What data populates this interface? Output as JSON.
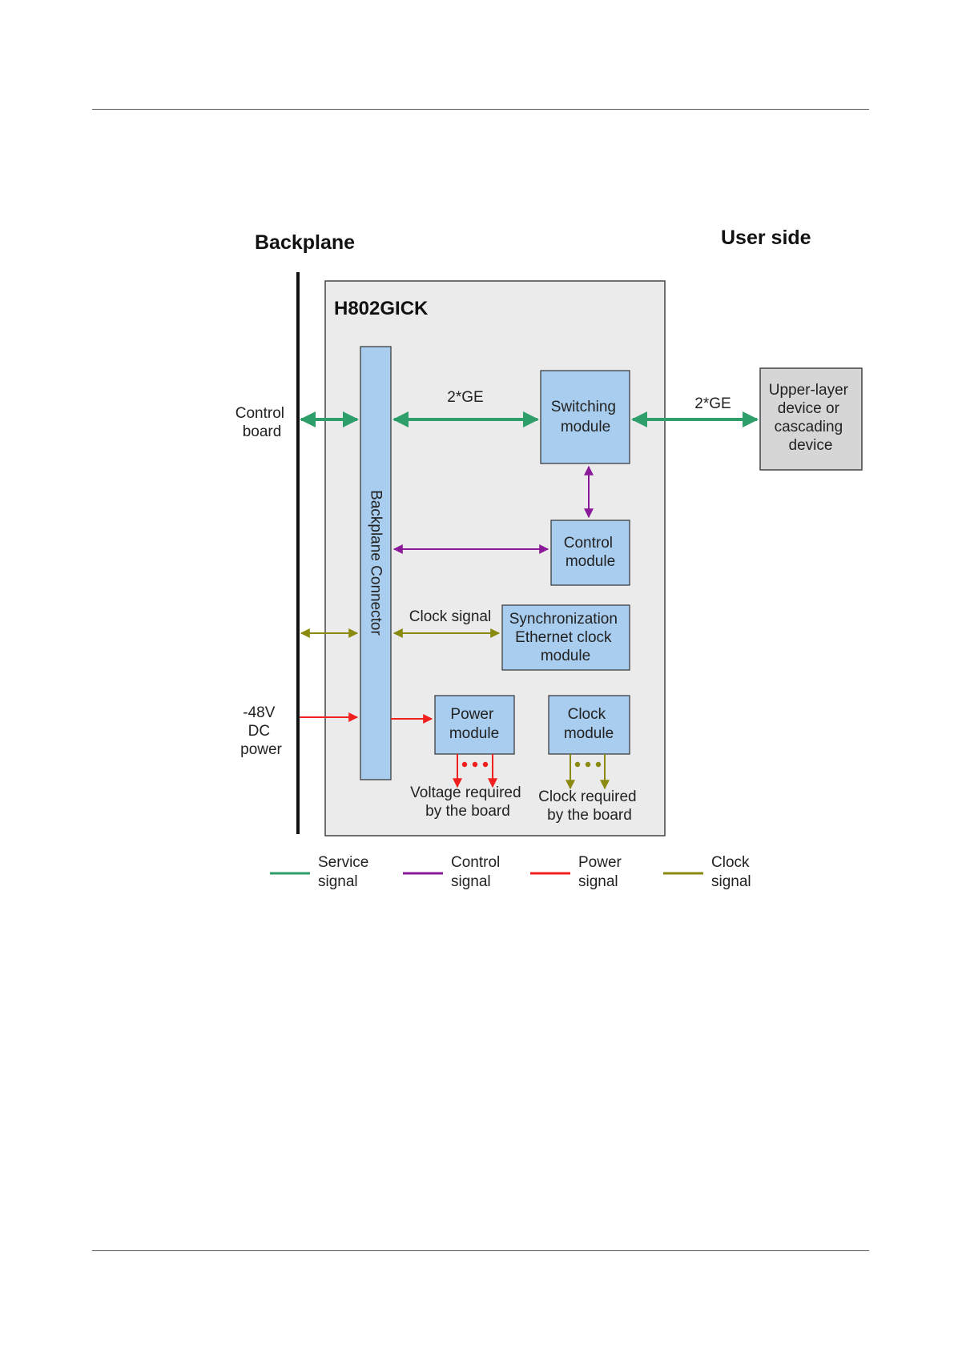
{
  "diagram": {
    "headings": {
      "backplane": "Backplane",
      "user_side": "User side"
    },
    "board": {
      "name": "H802GICK"
    },
    "connector": {
      "label": "Backplane Connector"
    },
    "blocks": {
      "switching": [
        "Switching",
        "module"
      ],
      "control": [
        "Control",
        "module"
      ],
      "sync": [
        "Synchronization",
        "Ethernet clock",
        "module"
      ],
      "power": [
        "Power",
        "module"
      ],
      "clock": [
        "Clock",
        "module"
      ],
      "upper_device": [
        "Upper-layer",
        "device or",
        "cascading",
        "device"
      ]
    },
    "left_labels": {
      "control_board": [
        "Control",
        "board"
      ],
      "dc_power": [
        "-48V",
        "DC",
        "power"
      ]
    },
    "link_labels": {
      "ge_internal": "2*GE",
      "ge_external": "2*GE",
      "clock_signal": "Clock signal"
    },
    "outputs": {
      "voltage": [
        "Voltage required",
        "by the board"
      ],
      "clock": [
        "Clock required",
        "by the board"
      ]
    },
    "legend": [
      {
        "line1": "Service",
        "line2": "signal",
        "color": "#2e9e6a"
      },
      {
        "line1": "Control",
        "line2": "signal",
        "color": "#8b1a9a"
      },
      {
        "line1": "Power",
        "line2": "signal",
        "color": "#f0201e"
      },
      {
        "line1": "Clock",
        "line2": "signal",
        "color": "#8a8a10"
      }
    ],
    "colors": {
      "service": "#2e9e6a",
      "control": "#8b1a9a",
      "power": "#f0201e",
      "clock": "#8a8a10",
      "module_fill": "#a9cdee",
      "board_fill": "#ebebeb",
      "device_fill": "#d6d6d6"
    }
  }
}
